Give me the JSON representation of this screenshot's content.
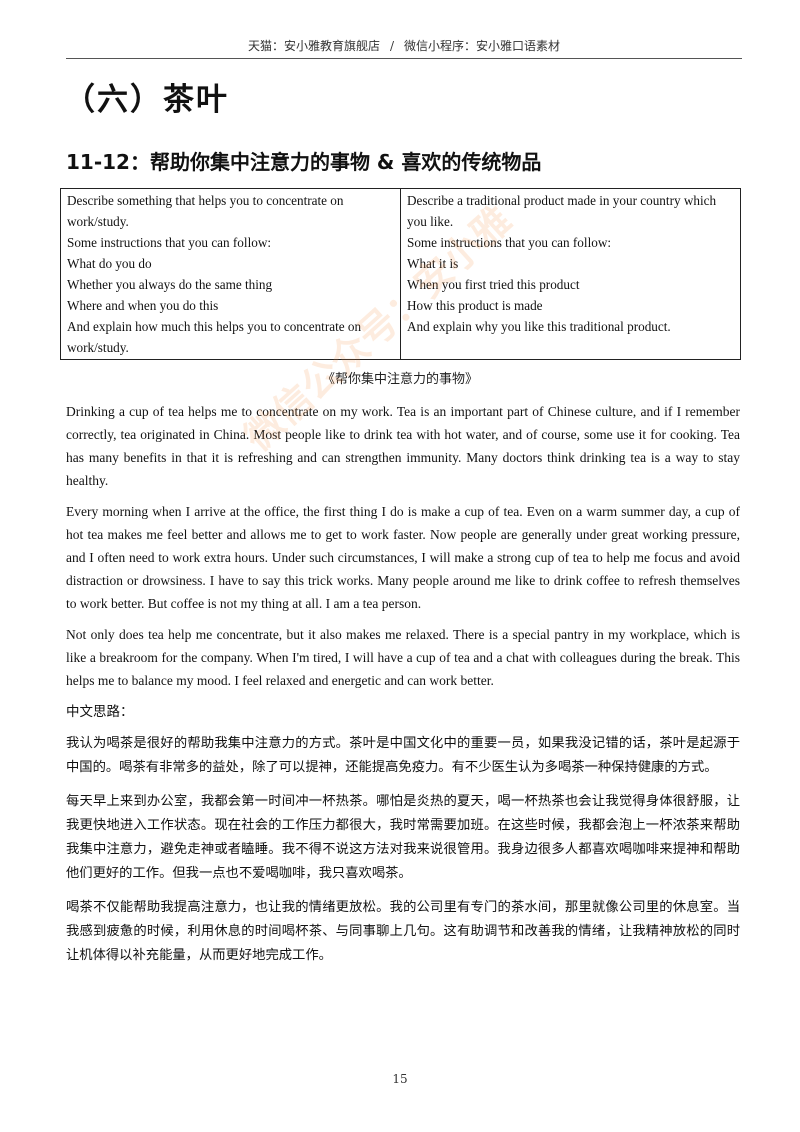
{
  "header": {
    "left": "天猫：安小雅教育旗舰店",
    "separator": "/",
    "right": "微信小程序：安小雅口语素材"
  },
  "section_title": "（六）茶叶",
  "topic_title": "11-12：帮助你集中注意力的事物 & 喜欢的传统物品",
  "prompts": {
    "left": [
      "Describe something that helps you to concentrate on work/study.",
      "Some instructions that you can follow:",
      "What do you do",
      "Whether you always do the same thing",
      "Where and when you do this",
      "And explain how much this helps you to concentrate on work/study."
    ],
    "right": [
      "Describe a traditional product made in your country which you like.",
      "Some instructions that you can follow:",
      "What it is",
      "When you first tried this product",
      "How this product is made",
      "And explain why you like this traditional product."
    ]
  },
  "essay_title": "《帮你集中注意力的事物》",
  "english_paragraphs": [
    "Drinking a cup of tea helps me to concentrate on my work. Tea is an important part of Chinese culture, and if I remember correctly, tea originated in China. Most people like to drink tea with hot water, and of course, some use it for cooking. Tea has many benefits in that it is refreshing and can strengthen immunity. Many doctors think drinking tea is a way to stay healthy.",
    "Every morning when I arrive at the office, the first thing I do is make a cup of tea. Even on a warm summer day, a cup of hot tea makes me feel better and allows me to get to work faster. Now people are generally under great working pressure, and I often need to work extra hours. Under such circumstances, I will make a strong cup of tea to help me focus and avoid distraction or drowsiness. I have to say this trick works. Many people around me like to drink coffee to refresh themselves to work better. But coffee is not my thing at all. I am a tea person.",
    "Not only does tea help me concentrate, but it also makes me relaxed. There is a special pantry in my workplace, which is like a breakroom for the company. When I'm tired, I will have a cup of tea and a chat with colleagues during the break. This helps me to balance my mood. I feel relaxed and energetic and can work better."
  ],
  "chinese_label": "中文思路：",
  "chinese_paragraphs": [
    "我认为喝茶是很好的帮助我集中注意力的方式。茶叶是中国文化中的重要一员，如果我没记错的话，茶叶是起源于中国的。喝茶有非常多的益处，除了可以提神，还能提高免疫力。有不少医生认为多喝茶一种保持健康的方式。",
    "每天早上来到办公室，我都会第一时间冲一杯热茶。哪怕是炎热的夏天，喝一杯热茶也会让我觉得身体很舒服，让我更快地进入工作状态。现在社会的工作压力都很大，我时常需要加班。在这些时候，我都会泡上一杯浓茶来帮助我集中注意力，避免走神或者瞌睡。我不得不说这方法对我来说很管用。我身边很多人都喜欢喝咖啡来提神和帮助他们更好的工作。但我一点也不爱喝咖啡，我只喜欢喝茶。",
    "喝茶不仅能帮助我提高注意力，也让我的情绪更放松。我的公司里有专门的茶水间，那里就像公司里的休息室。当我感到疲惫的时候，利用休息的时间喝杯茶、与同事聊上几句。这有助调节和改善我的情绪，让我精神放松的同时让机体得以补充能量，从而更好地完成工作。"
  ],
  "page_number": "15",
  "watermark": "微信公众号：安小雅",
  "watermark_color": "#f59650"
}
